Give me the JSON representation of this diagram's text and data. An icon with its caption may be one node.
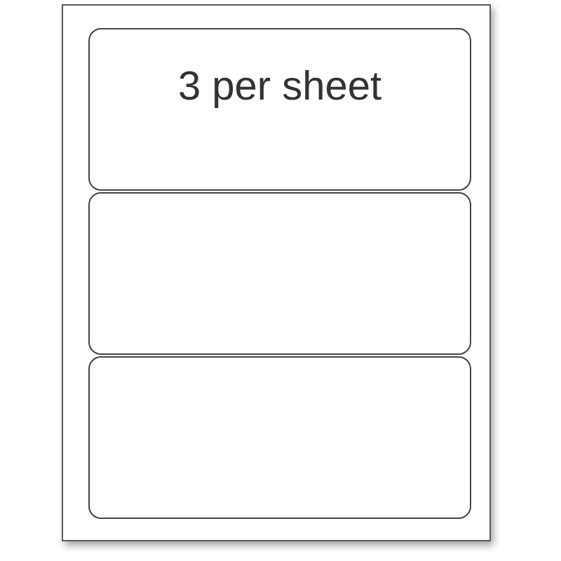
{
  "diagram": {
    "nodes": [
      {
        "text": [],
        "shape": "box"
      },
      {
        "text": [
          "3 per sheet"
        ],
        "in": 0
      },
      {
        "text": [],
        "shape": "box",
        "in": 0
      },
      {
        "text": [],
        "shape": "box",
        "in": 0
      }
    ]
  }
}
